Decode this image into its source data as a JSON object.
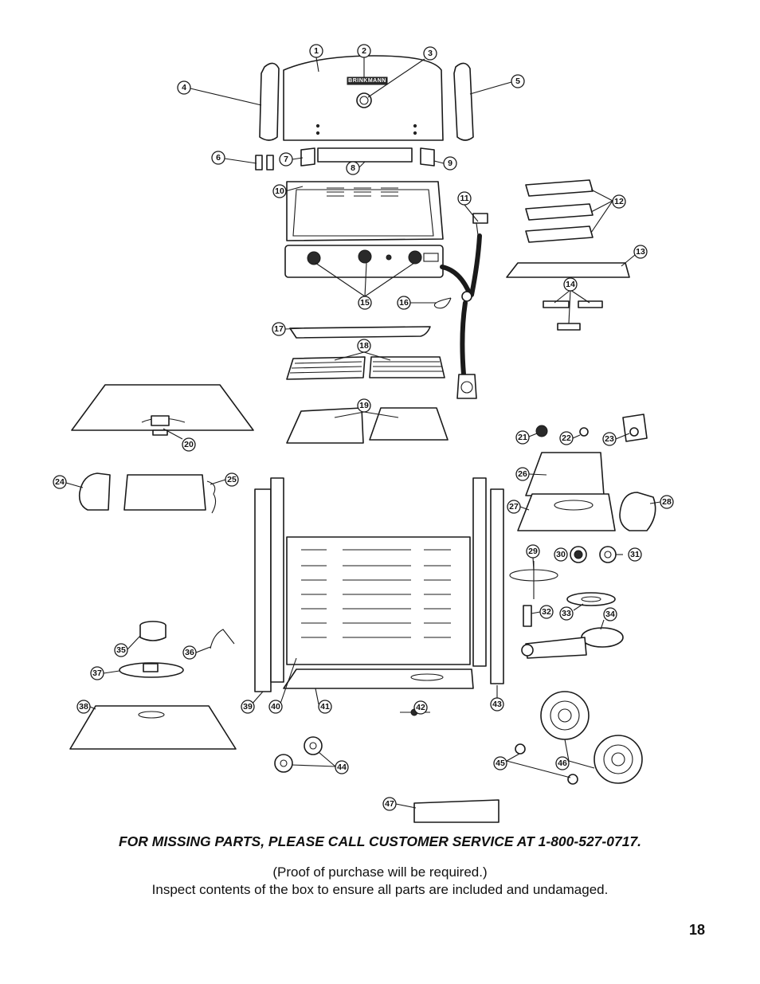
{
  "diagram": {
    "brand_label": "BRINKMANN",
    "callouts": [
      "1",
      "2",
      "3",
      "4",
      "5",
      "6",
      "7",
      "8",
      "9",
      "10",
      "11",
      "12",
      "13",
      "14",
      "15",
      "16",
      "17",
      "18",
      "19",
      "20",
      "21",
      "22",
      "23",
      "24",
      "25",
      "26",
      "27",
      "28",
      "29",
      "30",
      "31",
      "32",
      "33",
      "34",
      "35",
      "36",
      "37",
      "38",
      "39",
      "40",
      "41",
      "42",
      "43",
      "44",
      "45",
      "46",
      "47"
    ]
  },
  "notice": {
    "title": "FOR MISSING PARTS, PLEASE CALL CUSTOMER SERVICE AT 1-800-527-0717.",
    "line1": "(Proof of purchase will be required.)",
    "line2": "Inspect contents of the box to ensure all parts are included and undamaged."
  },
  "page_number": "18"
}
